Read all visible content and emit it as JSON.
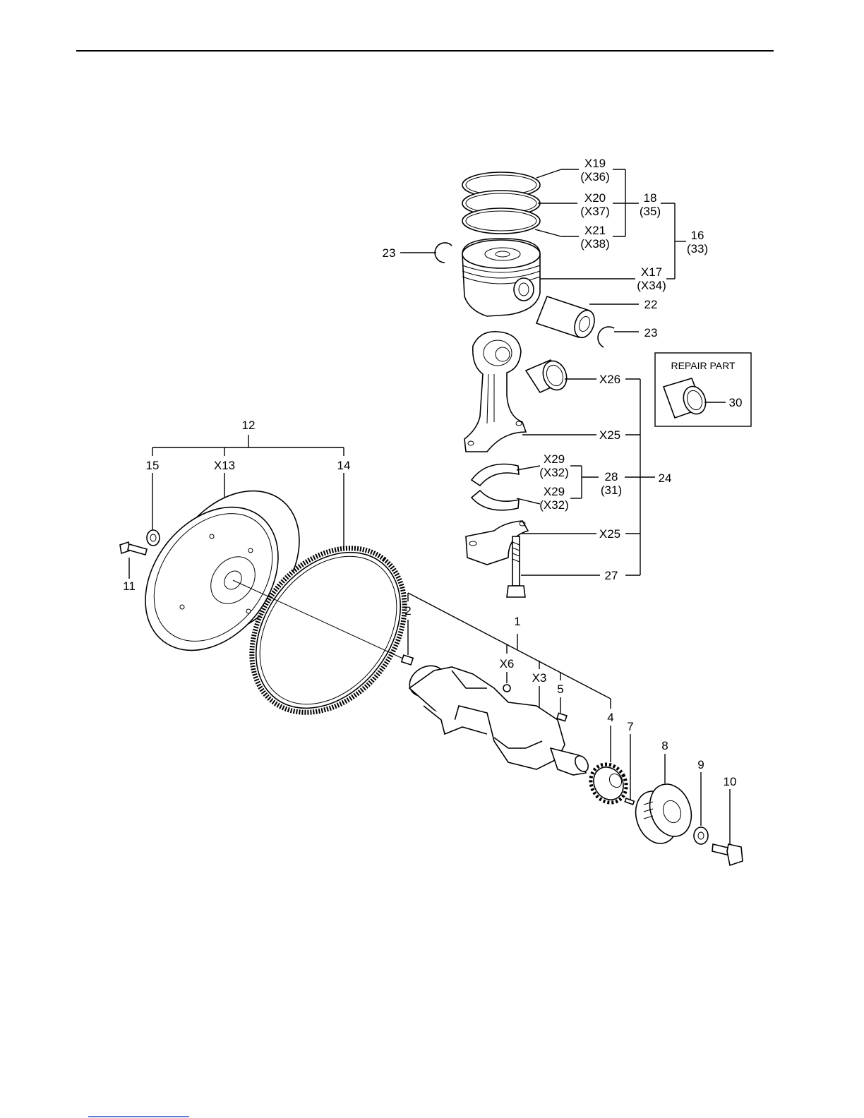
{
  "repair_box": {
    "title": "REPAIR PART",
    "part": "30"
  },
  "labels": {
    "x19": "X19",
    "x36": "(X36)",
    "x20": "X20",
    "x37": "(X37)",
    "x21": "X21",
    "x38": "(X38)",
    "p18": "18",
    "p35": "(35)",
    "p16": "16",
    "p33": "(33)",
    "x17": "X17",
    "x34": "(X34)",
    "p23a": "23",
    "p22": "22",
    "p23b": "23",
    "x26": "X26",
    "x25a": "X25",
    "x29a": "X29",
    "x32a": "(X32)",
    "x29b": "X29",
    "x32b": "(X32)",
    "p28": "28",
    "p31": "(31)",
    "p24": "24",
    "x25b": "X25",
    "p27": "27",
    "p12": "12",
    "p15": "15",
    "x13": "X13",
    "p14": "14",
    "p11": "11",
    "p2": "2",
    "p1": "1",
    "x6": "X6",
    "x3": "X3",
    "p5": "5",
    "p4": "4",
    "p7": "7",
    "p8": "8",
    "p9": "9",
    "p10": "10"
  }
}
